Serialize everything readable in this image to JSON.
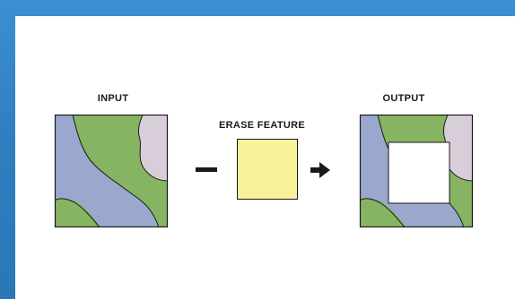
{
  "diagram": {
    "input_label": "INPUT",
    "erase_label": "ERASE FEATURE",
    "output_label": "OUTPUT",
    "operator_minus": "minus",
    "operator_arrow": "arrow-right"
  },
  "colors": {
    "frame_blue": "#2f7ec0",
    "panel_white": "#ffffff",
    "land_green": "#86b463",
    "river_blue": "#9ba8cd",
    "rock_mauve": "#d8ced9",
    "erase_yellow": "#f6f29a",
    "outline": "#1a1a1a"
  }
}
